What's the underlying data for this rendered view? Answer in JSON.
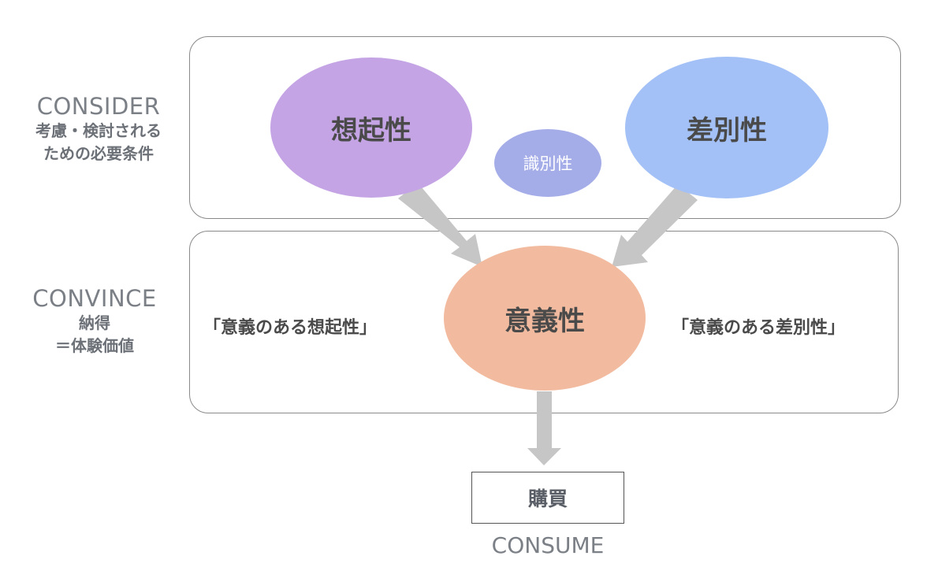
{
  "consider": {
    "title": "CONSIDER",
    "line1": "考慮・検討される",
    "line2": "ための必要条件"
  },
  "convince": {
    "title": "CONVINCE",
    "line1": "納得",
    "line2": "＝体験価値"
  },
  "nodes": {
    "recall": "想起性",
    "identify": "識別性",
    "distinct": "差別性",
    "meaning": "意義性"
  },
  "quotes": {
    "left": "「意義のある想起性」",
    "right": "「意義のある差別性」"
  },
  "purchase": "購買",
  "consume": "CONSUME",
  "colors": {
    "recall": "#c4a4e4",
    "distinct": "#a3c1f6",
    "identify": "#a5ade9",
    "meaning": "#f2bb9f",
    "arrow": "#c6c6c6",
    "label": "#7b7f86"
  }
}
